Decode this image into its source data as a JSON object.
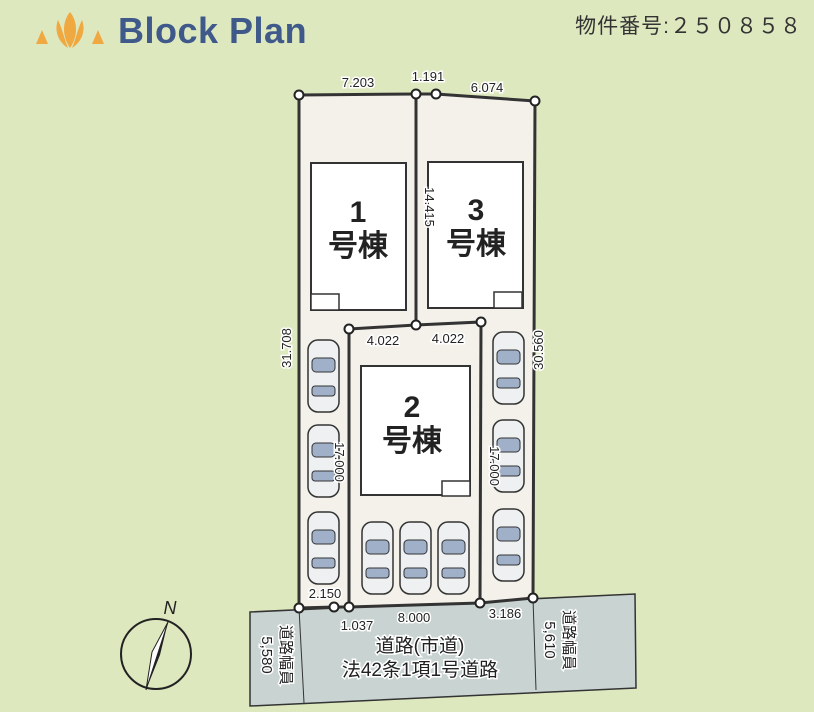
{
  "header": {
    "title": "Block Plan",
    "property_number_label": "物件番号:",
    "property_number": "２５０８５８"
  },
  "lots": [
    {
      "number": "1",
      "label": "号棟"
    },
    {
      "number": "2",
      "label": "号棟"
    },
    {
      "number": "3",
      "label": "号棟"
    }
  ],
  "dimensions": {
    "top_left": "7.203",
    "top_mid": "1.191",
    "top_right": "6.074",
    "left_side": "31.708",
    "right_side": "30.560",
    "lot3_left": "14.415",
    "lot2_top_left": "4.022",
    "lot2_top_right": "4.022",
    "lot1_strip": "17.000",
    "lot3_strip": "17.000",
    "bottom_left": "2.150",
    "bottom_small": "1.037",
    "bottom_mid": "8.000",
    "bottom_right": "3.186"
  },
  "road": {
    "name": "道路(市道)",
    "type": "法42条1項1号道路",
    "width_label": "道路幅員",
    "width_left": "5,580",
    "width_right": "5,610"
  },
  "compass": {
    "label": "N"
  },
  "colors": {
    "background": "#dde8bf",
    "title": "#3f5a8a",
    "logo": "#f0a840",
    "road": "#c9d4d2",
    "lot": "#f3f1ea"
  }
}
